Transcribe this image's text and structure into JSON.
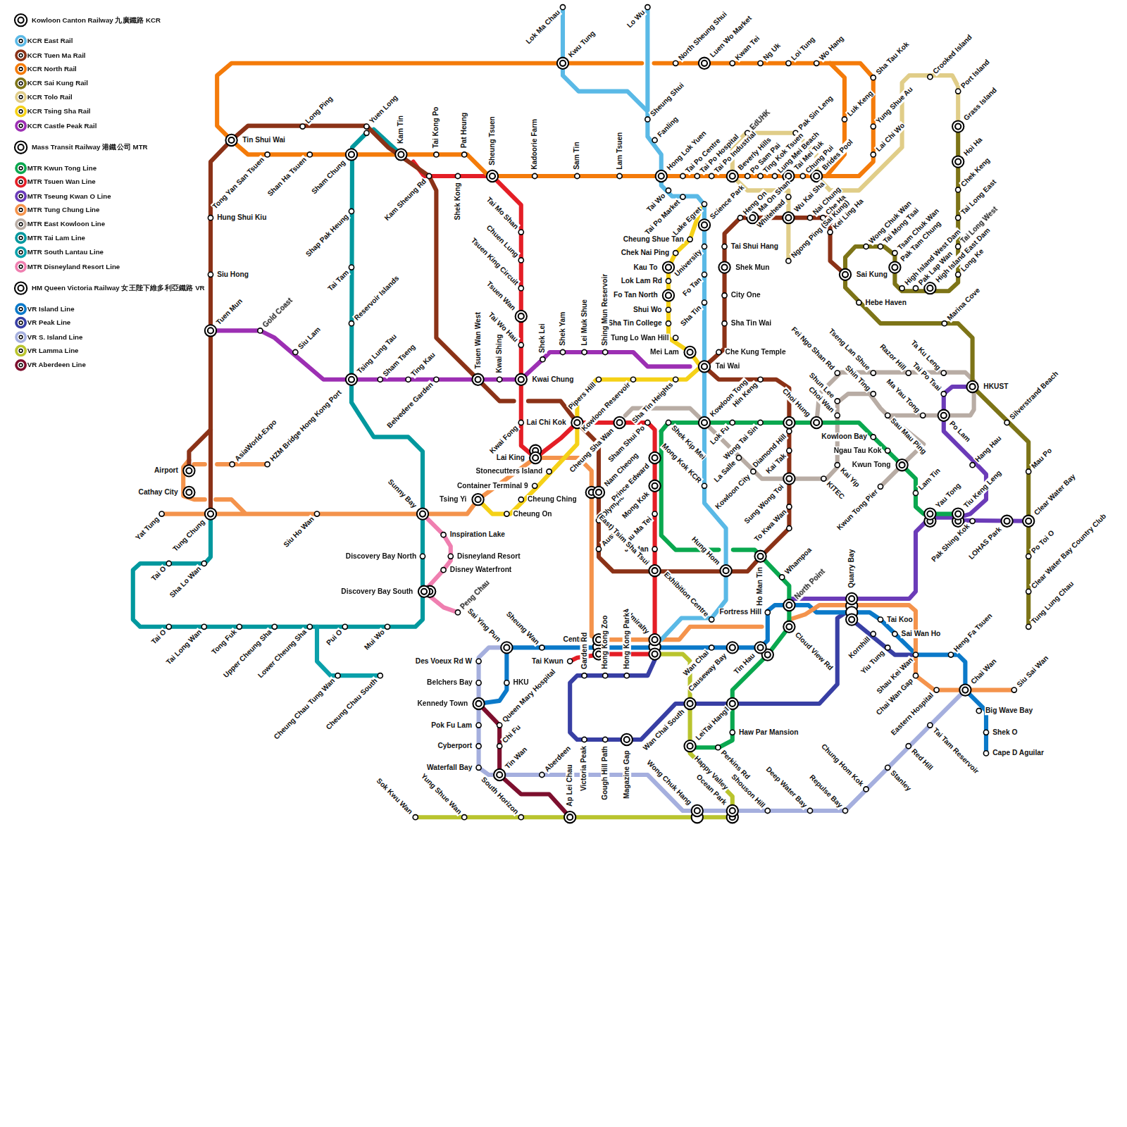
{
  "diagram": {
    "labels": [
      "Lok Ma Chau",
      "Kwu Tung",
      "Lo Wu",
      "North Sheung Shui",
      "Luen Wo Market",
      "Kwan Tei",
      "Ng Uk",
      "Loi Tung",
      "Wo Hang",
      "Sha Tau Kok",
      "Luk Keng",
      "Yung Shue Au",
      "Lai Chi Wo",
      "Crooked Island",
      "Port Island",
      "Grass Island",
      "Hoi Ha",
      "Chek Keng",
      "Tai Long East",
      "Tai Long West",
      "High Island East Dam",
      "Long Ke",
      "Pak Lap Wan",
      "High Island West Dam",
      "Pak Tam Chung",
      "Tsam Chuk Wan",
      "Tai Mong Tsai",
      "Wong Chuk Wan",
      "Marina Cove",
      "Hebe Haven",
      "Sai Kung",
      "Sheung Shui",
      "Fanling",
      "Tin Shui Wai",
      "Long Ping",
      "Yuen Long",
      "Tong Yan San Tsuen",
      "Shan Ha Tsuen",
      "Sham Chung",
      "Kam Tin",
      "Tai Kong Po",
      "Pat Heung",
      "Sheung Tsuen",
      "Kadoorie Farm",
      "Sam Tin",
      "Lam Tsuen",
      "Hong Lok Yuen",
      "Tai Po Centre",
      "Tai Po Hospital",
      "Tai Po Industrial",
      "EdUHK",
      "Beverly Hills",
      "Po Sam Pai",
      "Ting Kok Tsuen",
      "Lung Mei Beach",
      "Tai Mei Tuk",
      "Pak Sin Leng",
      "Chung Pui",
      "Brides Pool",
      "Kam Sheung Rd",
      "Shek Kong",
      "Tai Wo",
      "Tai Po Market",
      "Lake Egret",
      "Science Park",
      "Heng On",
      "Ma On Shan",
      "Whitehead",
      "Wu Kai Sha",
      "Nai Chung",
      "Che Ha",
      "Kei Ling Ha",
      "Ngong Ping (Sai Kung)",
      "Cheung Shue Tan",
      "University",
      "Chek Nai Ping",
      "Kau To",
      "Lok Lam Rd",
      "Fo Tan",
      "Fo Tan North",
      "Shui Wo",
      "Sha Tin",
      "Sha Tin College",
      "Tung Lo Wan Hill",
      "Mei Lam",
      "Tai Shui Hang",
      "Shek Mun",
      "City One",
      "Sha Tin Wai",
      "Che Kung Temple",
      "Tai Wai",
      "Hung Shui Kiu",
      "Siu Hong",
      "Tuen Mun",
      "Gold Coast",
      "Siu Lam",
      "Shap Pak Heung",
      "Tai Tam",
      "Reservoir Islands",
      "Tsing Lung Tau",
      "Sham Tseng",
      "Ting Kau",
      "Belvedere Garden",
      "Tsuen Wan West",
      "Kwai Shing",
      "Kwai Chung",
      "Tai Mo Shan",
      "Chuen Lung",
      "Tsuen King Circuit",
      "Tsuen Wan",
      "Tai Wo Hau",
      "Shek Lei",
      "Shek Yam",
      "Lei Muk Shue",
      "Shing Mun Reservoir",
      "Pipers Hill",
      "Kowloon Reservoir",
      "Sha Tin Heights",
      "Kowloon Tong",
      "Hin Keng",
      "Shek Kip Mei",
      "Lok Fu",
      "Wong Tai Sin",
      "Choi Hung",
      "La Salle",
      "Kowloon City",
      "Diamond Hill",
      "Kai Tak",
      "Sung Wong Toi",
      "To Kwa Wan",
      "KITEC",
      "Kai Yip",
      "Choi Wan",
      "Shun Lee",
      "Fei Ngo Shan Rd",
      "Tseng Lan Shue",
      "Shin Ting",
      "Razor Hill",
      "Ma Yau Tong",
      "Ta Ku Leng",
      "Tai Po Tsai",
      "HKUST",
      "Po Lam",
      "Sau Mau Ping",
      "Kowloon Bay",
      "Ngau Tau Kok",
      "Kwun Tong",
      "Kwun Tong Pier",
      "Lam Tin",
      "Hang Hau",
      "Yau Tong",
      "Tiu Keng Leng",
      "Pak Shing Kok",
      "LOHAS Park",
      "Clear Water Bay",
      "Silverstrand Beach",
      "Mau Po",
      "Po Toi O",
      "Clear Water Bay Country Club",
      "Tung Lung Chau",
      "Lai Chi Kok",
      "Cheung Sha Wan",
      "Sham Shui Po",
      "Kwai Fong",
      "Lai King",
      "Stonecutters Island",
      "Container Terminal 9",
      "Tsing Yi",
      "Cheung Ching",
      "Cheung On",
      "Nam Cheong",
      "Olympic",
      "Austin",
      "Prince Edward",
      "Mong Kok",
      "Yau Ma Tei",
      "Jordan",
      "(East) Tsim Sha Tsui",
      "Mong Kok KCR",
      "Hung Hom",
      "Ho Man Tin",
      "Whampoa",
      "North Point",
      "Cloud View Rd",
      "Exhibition Centre",
      "Fortress Hill",
      "Quarry Bay",
      "Tai Koo",
      "Sai Wan Ho",
      "Kornhill",
      "Yiu Tung",
      "Shau Kei Wan",
      "Heng Fa Tsuen",
      "Chai Wan Gap",
      "Eastern Hospital",
      "Chai Wan",
      "Siu Sai Wan",
      "Big Wave Bay",
      "Shek O",
      "Cape D Aguilar",
      "Tai Tam Reservoir",
      "Red Hill",
      "Stanley",
      "Chung Hom Kok",
      "Repulse Bay",
      "Deep Water Bay",
      "Shouson Hill",
      "Ocean Park",
      "Wong Chuk Hang",
      "Happy Valley",
      "Perkins Rd",
      "Leighton Hill",
      "Tai Hang",
      "Haw Par Mansion",
      "Wan Chai South",
      "Wan Chai",
      "Causeway Bay",
      "Tin Hau",
      "Admiralty",
      "Central",
      "Tai Kwun",
      "Sheung Wan",
      "Sai Ying Pun",
      "Des Voeux Rd W",
      "Belchers Bay",
      "HKU",
      "Kennedy Town",
      "Queen Mary Hospital",
      "Pok Fu Lam",
      "Chi Fu",
      "Cyberport",
      "Waterfall Bay",
      "Tin Wan",
      "Aberdeen",
      "Garden Rd",
      "Hong Kong Zoo",
      "Hong Kong Park",
      "Victoria Peak",
      "Gough Hill Path",
      "Magazine Gap",
      "Ap Lei Chau",
      "Sok Kwu Wan",
      "Yung Shue Wan",
      "South Horizon",
      "Airport",
      "Cathay City",
      "AsiaWorld-Expo",
      "HZM Bridge Hong Kong Port",
      "Yat Tung",
      "Tung Chung",
      "Siu Ho Wan",
      "Sunny Bay",
      "Inspiration Lake",
      "Disneyland Resort",
      "Discovery Bay North",
      "Disney Waterfront",
      "Discovery Bay South",
      "Peng Chau",
      "Tai O",
      "Sha Lo Wan",
      "Tai O",
      "Tai Long Wan",
      "Tong Fuk",
      "Upper Cheung Sha",
      "Lower Cheung Sha",
      "Pui O",
      "Mui Wo",
      "Cheung Chau Tung Wan",
      "Cheung Chau South"
    ],
    "legend": [
      {
        "text": "Kowloon Canton Railway 九廣鐵路 KCR"
      },
      {
        "text": "KCR East Rail",
        "color": "#5ab9e6"
      },
      {
        "text": "KCR Tuen Ma Rail",
        "color": "#8b3217"
      },
      {
        "text": "KCR North Rail",
        "color": "#f47b0a"
      },
      {
        "text": "KCR Sai Kung Rail",
        "color": "#7d7417"
      },
      {
        "text": "KCR Tolo Rail",
        "color": "#e0cd88"
      },
      {
        "text": "KCR Tsing Sha Rail",
        "color": "#f5d117"
      },
      {
        "text": "KCR Castle Peak Rail",
        "color": "#9c2fb3"
      },
      {
        "text": "Mass Transit Railway 港鐵公司 MTR"
      },
      {
        "text": "MTR Kwun Tong Line",
        "color": "#0aa84f"
      },
      {
        "text": "MTR Tsuen Wan Line",
        "color": "#e41e26"
      },
      {
        "text": "MTR Tseung Kwan O Line",
        "color": "#6b3bb8"
      },
      {
        "text": "MTR Tung Chung Line",
        "color": "#f4934c"
      },
      {
        "text": "MTR East Kowloon Line",
        "color": "#b8aca4"
      },
      {
        "text": "MTR Tai Lam Line",
        "color": "#00989e"
      },
      {
        "text": "MTR South Lantau Line",
        "color": "#0aa0aa"
      },
      {
        "text": "MTR Disneyland Resort Line",
        "color": "#ef7fb0"
      },
      {
        "text": "HM Queen Victoria Railway 女王陛下維多利亞鐵路 VR"
      },
      {
        "text": "VR Island Line",
        "color": "#0b79c9"
      },
      {
        "text": "VR Peak Line",
        "color": "#383fa4"
      },
      {
        "text": "VR S. Island Line",
        "color": "#a5afde"
      },
      {
        "text": "VR Lamma Line",
        "color": "#b9c42e"
      },
      {
        "text": "VR Aberdeen Line",
        "color": "#7d0f2e"
      }
    ]
  }
}
